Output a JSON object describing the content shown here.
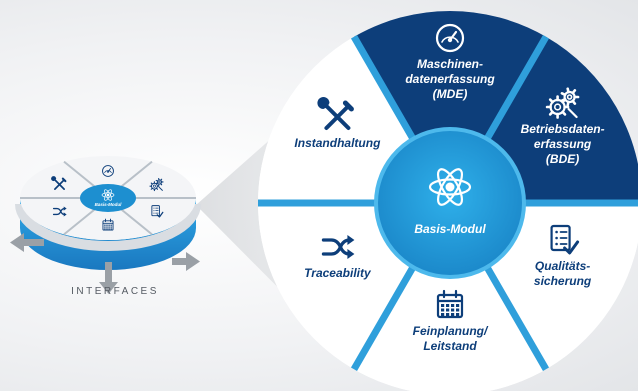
{
  "center": {
    "label": "Basis-Modul",
    "icon": "atom-icon"
  },
  "segments": [
    {
      "id": "mde",
      "lines": [
        "Maschinen-",
        "datenerfassung",
        "(MDE)"
      ],
      "icon": "gauge-icon",
      "highlight": true
    },
    {
      "id": "bde",
      "lines": [
        "Betriebsdaten-",
        "erfassung",
        "(BDE)"
      ],
      "icon": "gears-icon",
      "highlight": true
    },
    {
      "id": "qs",
      "lines": [
        "Qualitäts-",
        "sicherung"
      ],
      "icon": "checklist-icon",
      "highlight": false
    },
    {
      "id": "feinplanung",
      "lines": [
        "Feinplanung/",
        "Leitstand"
      ],
      "icon": "calendar-icon",
      "highlight": false
    },
    {
      "id": "traceability",
      "lines": [
        "Traceability"
      ],
      "icon": "shuffle-icon",
      "highlight": false
    },
    {
      "id": "instandhaltung",
      "lines": [
        "Instandhaltung"
      ],
      "icon": "tools-icon",
      "highlight": false
    }
  ],
  "small_disc": {
    "center_label": "Basis-Modul"
  },
  "interfaces_label": "INTERFACES",
  "colors": {
    "navy": "#0d3e7a",
    "blue": "#1d8fd0",
    "light_blue": "#2aa6e3",
    "white": "#ffffff",
    "separator": "#2f9fdb"
  }
}
